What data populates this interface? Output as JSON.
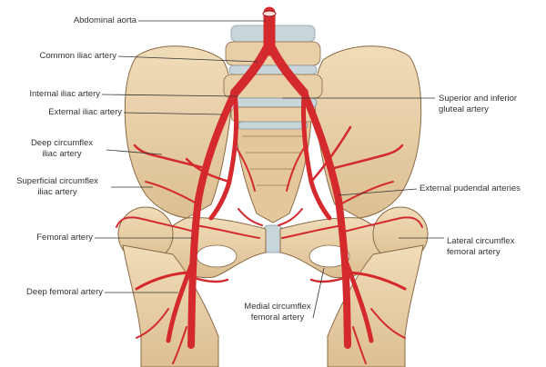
{
  "labels": {
    "abdominal_aorta": "Abdominal aorta",
    "common_iliac": "Common iliac artery",
    "internal_iliac": "Internal iliac artery",
    "external_iliac": "External iliac artery",
    "deep_circumflex_1": "Deep circumflex",
    "deep_circumflex_2": "iliac artery",
    "superficial_circumflex_1": "Superficial circumflex",
    "superficial_circumflex_2": "iliac artery",
    "femoral": "Femoral artery",
    "deep_femoral": "Deep femoral artery",
    "medial_circumflex_1": "Medial circumflex",
    "medial_circumflex_2": "femoral artery",
    "gluteal_1": "Superior and inferior",
    "gluteal_2": "gluteal artery",
    "external_pudendal": "External pudendal arteries",
    "lateral_circumflex_1": "Lateral circumflex",
    "lateral_circumflex_2": "femoral artery"
  },
  "colors": {
    "bone": "#e8cfa8",
    "bone_shade": "#c9a77a",
    "bone_outline": "#8a6a45",
    "disc": "#c8d6dc",
    "artery": "#d42a2e",
    "artery_dark": "#9a1a1e",
    "leader": "#333333"
  }
}
